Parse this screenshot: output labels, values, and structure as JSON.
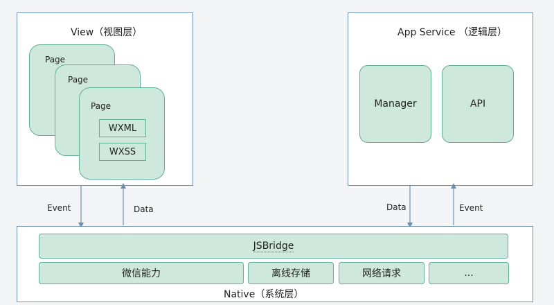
{
  "view_layer": {
    "title": "View（视图层）",
    "pages": [
      "Page",
      "Page",
      "Page"
    ],
    "files": [
      "WXML",
      "WXSS"
    ]
  },
  "app_service": {
    "title": "App Service （逻辑层）",
    "modules": [
      "Manager",
      "API"
    ]
  },
  "native_layer": {
    "title": "Native（系统层）",
    "bridge": "JSBridge",
    "capabilities": [
      "微信能力",
      "离线存储",
      "网络请求",
      "..."
    ]
  },
  "arrows": {
    "left_down": "Event",
    "left_up": "Data",
    "right_down": "Data",
    "right_up": "Event"
  },
  "colors": {
    "panel_border": "#6b8fb0",
    "box_fill": "#cfe8dd",
    "box_border": "#5fae95",
    "arrow": "#6b8fb0"
  }
}
